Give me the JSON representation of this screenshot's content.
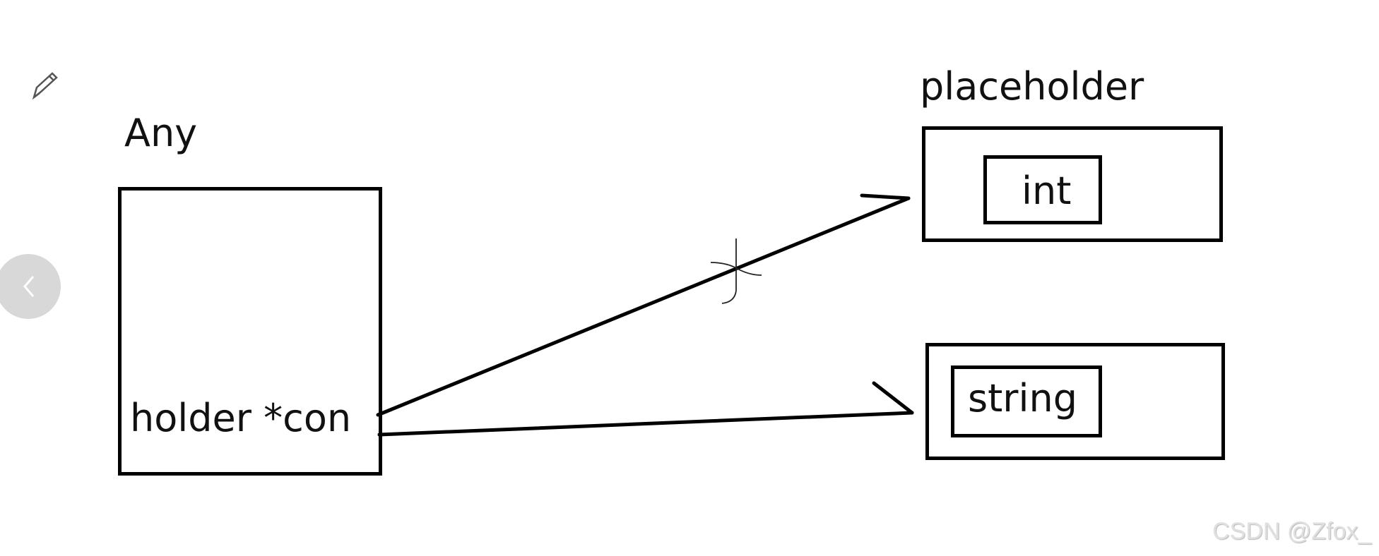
{
  "diagram": {
    "any_box": {
      "title": "Any",
      "member": "holder *con"
    },
    "placeholder_group": {
      "title": "placeholder",
      "inner_types": [
        "int",
        "string"
      ]
    },
    "edges": [
      {
        "from": "holder *con",
        "to": "int"
      },
      {
        "from": "holder *con",
        "to": "string"
      }
    ]
  },
  "ui": {
    "edit_icon": "pencil-icon",
    "nav_icon": "chevron-left-icon",
    "watermark": "CSDN @Zfox_"
  }
}
